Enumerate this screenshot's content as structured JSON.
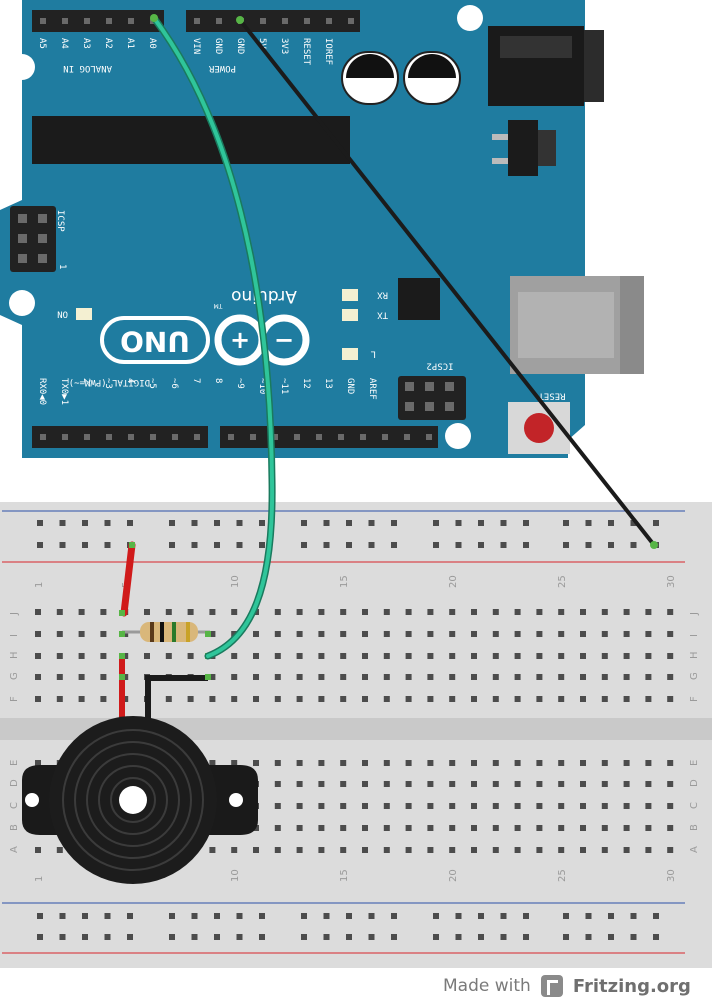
{
  "arduino": {
    "brand": "Arduino",
    "tm": "TM",
    "model": "UNO",
    "analog_header": "ANALOG IN",
    "analog_pins": [
      "A5",
      "A4",
      "A3",
      "A2",
      "A1",
      "A0"
    ],
    "power_header": "POWER",
    "power_pins": [
      "VIN",
      "GND",
      "GND",
      "5V",
      "3V3",
      "RESET",
      "IOREF"
    ],
    "icsp": "ICSP",
    "icsp_num": "1",
    "icsp2": "ICSP2",
    "reset": "RESET",
    "on": "ON",
    "rx": "RX",
    "tx": "TX",
    "l": "L",
    "digital_header": "DIGITAL (PWM=~)",
    "digital_pins": [
      "RX0◀0",
      "TX0▶1",
      "2",
      "~3",
      "4",
      "~5",
      "~6",
      "7",
      "8",
      "~9",
      "~10",
      "~11",
      "12",
      "13",
      "GND",
      "AREF"
    ],
    "colors": {
      "board": "#1f7ca0",
      "board_dark": "#17617f",
      "header": "#222222"
    }
  },
  "breadboard": {
    "column_numbers": [
      "1",
      "5",
      "10",
      "15",
      "20",
      "25",
      "30"
    ],
    "rows_top": [
      "J",
      "I",
      "H",
      "G",
      "F"
    ],
    "rows_bottom": [
      "E",
      "D",
      "C",
      "B",
      "A"
    ],
    "colors": {
      "body": "#dcdcdc",
      "rail_red": "#d9262c",
      "rail_blue": "#2b4fa8",
      "hole": "#4c4c4c",
      "active": "#57b546"
    }
  },
  "wires": {
    "signal_color": "#2db58c",
    "ground_color": "#1b1b1b",
    "power_color": "#d01a1a"
  },
  "footer": {
    "made_with": "Made with",
    "brand": "Fritzing.org"
  }
}
